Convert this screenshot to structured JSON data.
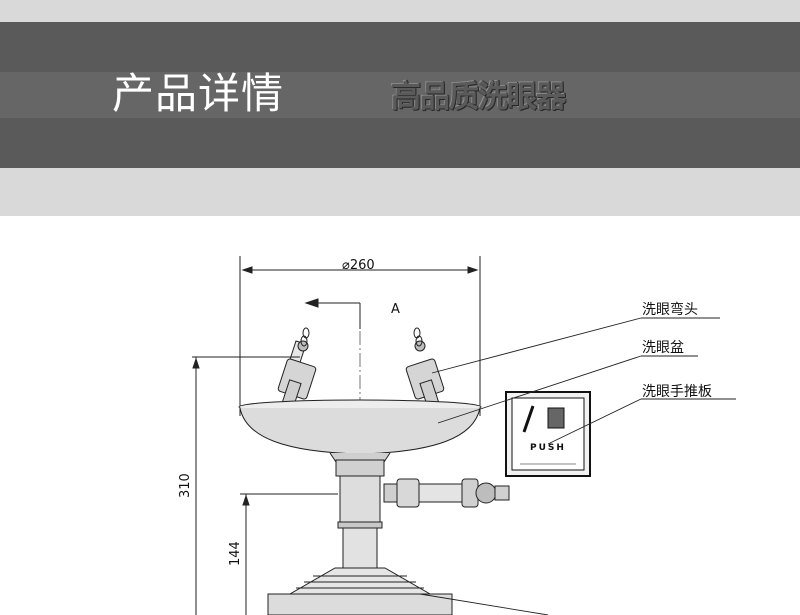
{
  "header": {
    "title": "产品详情",
    "subtitle": "高品质洗眼器"
  },
  "diagram": {
    "dim_diameter": "⌀260",
    "view_label": "A",
    "dim_height_total": "310",
    "dim_height_stand": "144",
    "callouts": [
      "洗眼弯头",
      "洗眼盆",
      "洗眼手推板"
    ],
    "panel_text": "PUSH"
  }
}
